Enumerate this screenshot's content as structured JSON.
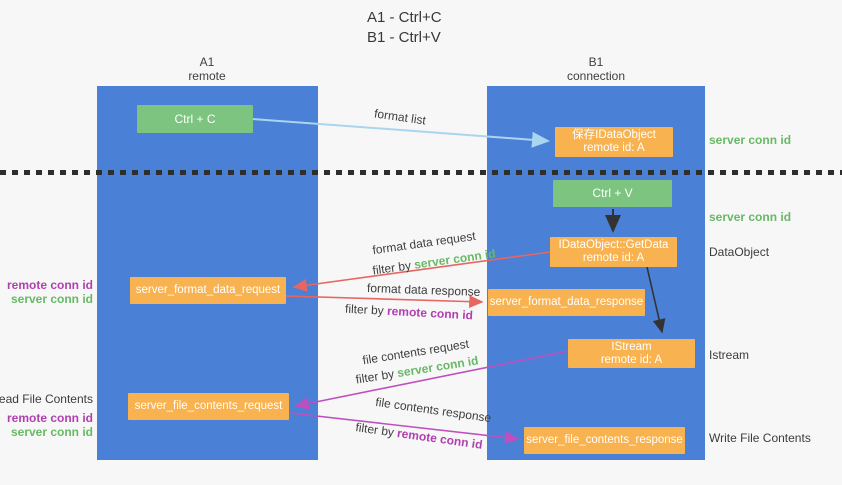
{
  "title": {
    "line1": "A1 - Ctrl+C",
    "line2": "B1 - Ctrl+V"
  },
  "columns": {
    "a": {
      "name": "A1",
      "subtitle": "remote"
    },
    "b": {
      "name": "B1",
      "subtitle": "connection"
    }
  },
  "nodes": {
    "ctrl_c": "Ctrl + C",
    "save_idataobject_line1": "保存IDataObject",
    "save_idataobject_line2": "remote id: A",
    "ctrl_v": "Ctrl + V",
    "getdata_line1": "IDataObject::GetData",
    "getdata_line2": "remote id: A",
    "istream_line1": "IStream",
    "istream_line2": "remote id: A",
    "server_format_data_request": "server_format_data_request",
    "server_format_data_response": "server_format_data_response",
    "server_file_contents_request": "server_file_contents_request",
    "server_file_contents_response": "server_file_contents_response"
  },
  "labels": {
    "format_list": "format list",
    "format_data_request": "format data request",
    "format_data_response": "format data response",
    "file_contents_request": "file contents request",
    "file_contents_response": "file contents response",
    "filter_by": "filter by ",
    "server_conn_id": "server conn id",
    "remote_conn_id": "remote conn id",
    "dataobject": "DataObject",
    "istream": "Istream",
    "read_file_contents": "Read File Contents",
    "write_file_contents": "Write File Contents"
  },
  "colors": {
    "column_blue": "#4a80d5",
    "node_green": "#7cc47f",
    "node_orange": "#f8b250",
    "arrow_light_blue": "#a9d5ef",
    "arrow_red": "#e9655f",
    "arrow_magenta": "#bf4fbf",
    "arrow_black": "#333333",
    "text_green": "#67b965",
    "text_purple": "#b040b0"
  }
}
